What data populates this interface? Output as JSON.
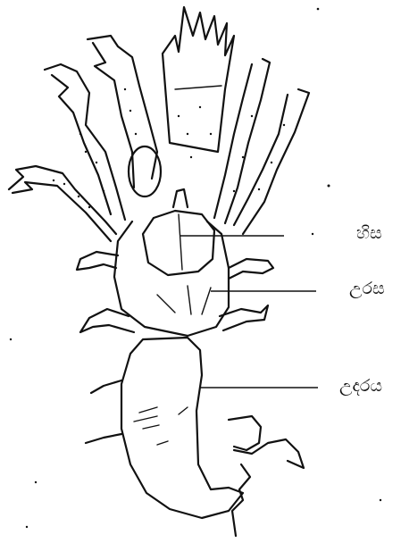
{
  "labels": {
    "head": "හිස",
    "thorax": "උරස",
    "abdomen": "උදරය"
  }
}
